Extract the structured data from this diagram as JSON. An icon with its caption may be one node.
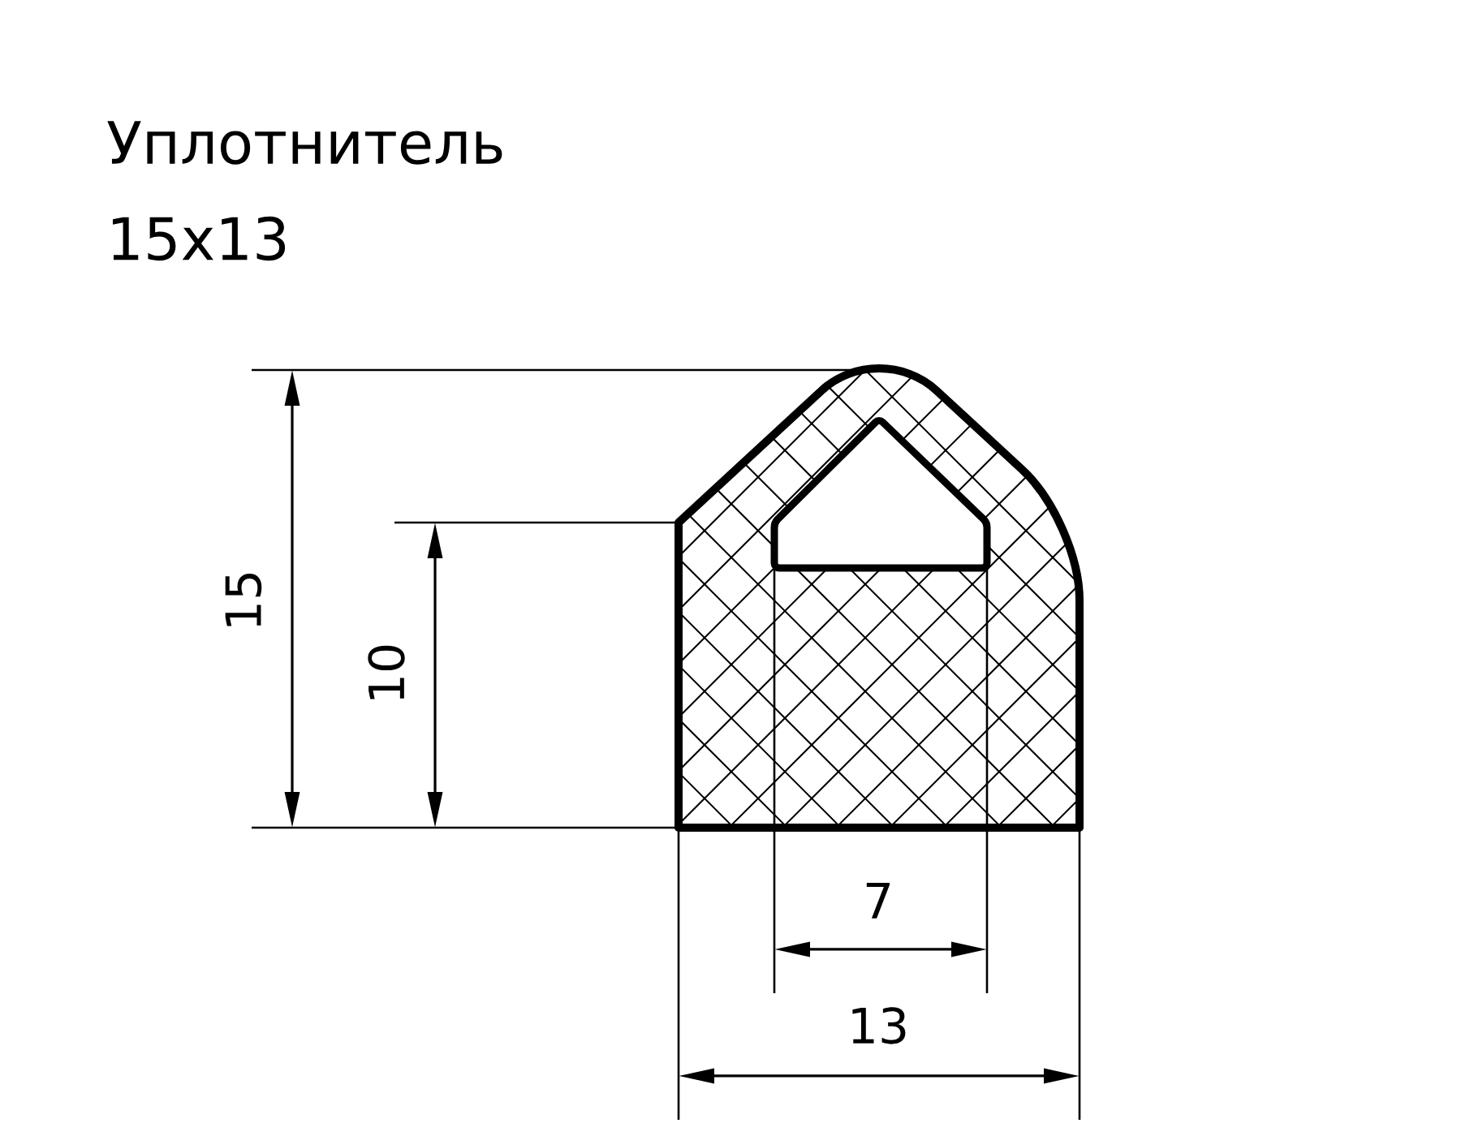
{
  "diagram": {
    "title": "Уплотнитель",
    "labels": [
      "15x13",
      "15",
      "10",
      "7",
      "13"
    ]
  }
}
